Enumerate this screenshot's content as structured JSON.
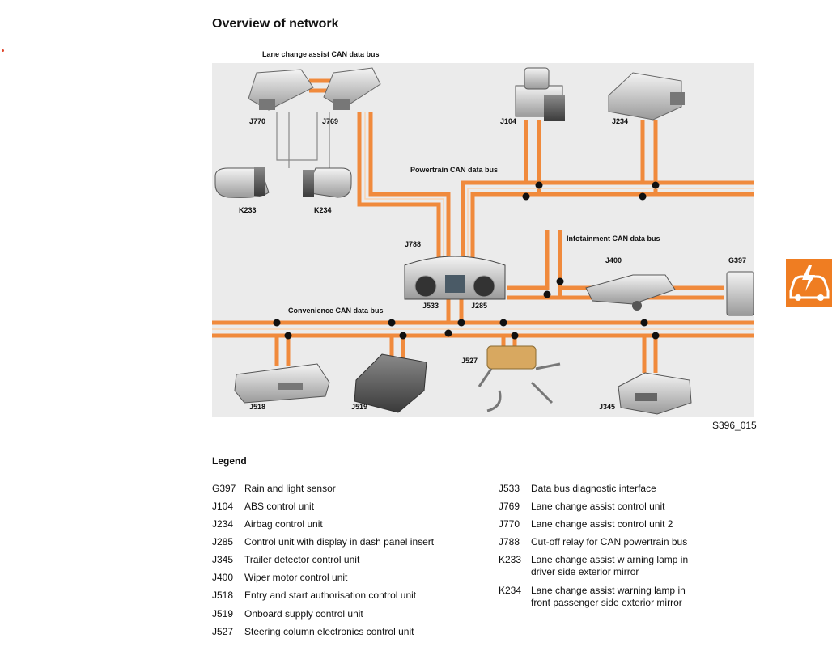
{
  "page": {
    "title": "Overview of network",
    "figure_ref": "S396_015"
  },
  "buses": {
    "lane_change": "Lane change assist CAN data bus",
    "powertrain": "Powertrain CAN data bus",
    "infotainment": "Infotainment CAN data bus",
    "convenience": "Convenience CAN data bus"
  },
  "components": {
    "j770": "J770",
    "j769": "J769",
    "j104": "J104",
    "j234": "J234",
    "k233": "K233",
    "k234": "K234",
    "j788": "J788",
    "j533": "J533",
    "j285": "J285",
    "j400": "J400",
    "g397": "G397",
    "j527": "J527",
    "j518": "J518",
    "j519": "J519",
    "j345": "J345"
  },
  "colors": {
    "bus_orange": "#f08a3c",
    "bus_light": "#fbd3b0",
    "side_tab": "#ef7d22",
    "diagram_bg": "#ebebeb"
  },
  "legend": {
    "title": "Legend",
    "left": [
      {
        "code": "G397",
        "desc": "Rain and light sensor"
      },
      {
        "code": "J104",
        "desc": "ABS control unit"
      },
      {
        "code": "J234",
        "desc": "Airbag control unit"
      },
      {
        "code": "J285",
        "desc": "Control unit with display in dash panel insert"
      },
      {
        "code": "J345",
        "desc": "Trailer detector control unit"
      },
      {
        "code": "J400",
        "desc": "Wiper motor control unit"
      },
      {
        "code": "J518",
        "desc": "Entry and start authorisation control unit"
      },
      {
        "code": "J519",
        "desc": "Onboard supply control unit"
      },
      {
        "code": "J527",
        "desc": "Steering column electronics control unit"
      }
    ],
    "right": [
      {
        "code": "J533",
        "desc": "Data bus diagnostic interface"
      },
      {
        "code": "J769",
        "desc": "Lane change assist control unit"
      },
      {
        "code": "J770",
        "desc": "Lane change assist control unit 2"
      },
      {
        "code": "J788",
        "desc": "Cut-off relay for CAN powertrain bus"
      },
      {
        "code": "K233",
        "desc": "Lane change assist w arning lamp in",
        "desc2": "driver side exterior mirror"
      },
      {
        "code": "K234",
        "desc": "Lane change assist warning lamp in",
        "desc2": "front passenger side exterior mirror"
      }
    ]
  }
}
